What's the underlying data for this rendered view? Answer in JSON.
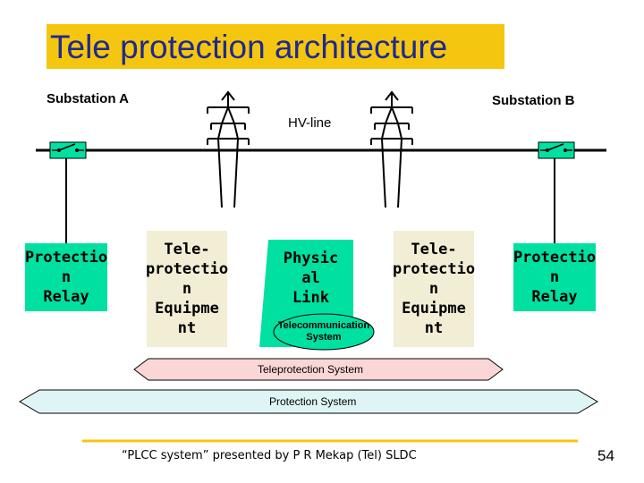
{
  "title": "Tele protection architecture",
  "labels": {
    "substation_a": "Substation A",
    "substation_b": "Substation B",
    "hv_line": "HV-line"
  },
  "boxes": {
    "relay_a": [
      "Protectio",
      "n",
      "Relay"
    ],
    "equip_a": [
      "Tele-",
      "protectio",
      "n",
      "Equipme",
      "nt"
    ],
    "physical_link": [
      "Physic",
      "al",
      "Link"
    ],
    "telecom_system": [
      "Telecommunication",
      "System"
    ],
    "equip_b": [
      "Tele-",
      "protectio",
      "n",
      "Equipme",
      "nt"
    ],
    "relay_b": [
      "Protectio",
      "n",
      "Relay"
    ]
  },
  "arrows": {
    "teleprotection": "Teleprotection System",
    "protection": "Protection System"
  },
  "footer": {
    "text": "“PLCC system” presented by P R Mekap (Tel) SLDC",
    "page": "54"
  },
  "colors": {
    "title_bg": "#f5c60f",
    "title_text": "#1f2a8c",
    "relay_bg": "#00e0a0",
    "equip_bg": "#f2eed6",
    "teleprotection_arrow": "#fbd6d6",
    "protection_arrow": "#dff4f4",
    "footer_line": "#f5c60f"
  }
}
